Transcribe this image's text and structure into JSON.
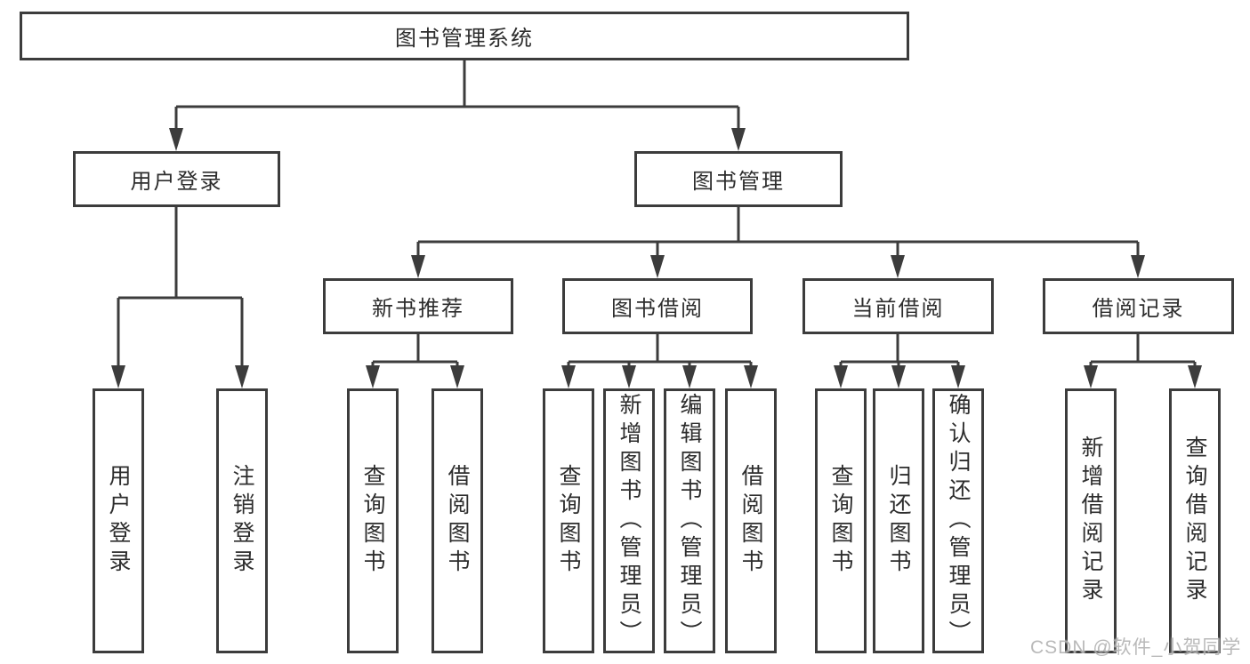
{
  "diagram_title": "图书管理系统",
  "tree": {
    "root": {
      "label": "图书管理系统"
    },
    "branches": [
      {
        "label": "用户登录",
        "children": [
          {
            "label": "用户登录"
          },
          {
            "label": "注销登录"
          }
        ]
      },
      {
        "label": "图书管理",
        "children": [
          {
            "label": "新书推荐",
            "children": [
              {
                "label": "查询图书"
              },
              {
                "label": "借阅图书"
              }
            ]
          },
          {
            "label": "图书借阅",
            "children": [
              {
                "label": "查询图书"
              },
              {
                "label": "新增图书（管理员）"
              },
              {
                "label": "编辑图书（管理员）"
              },
              {
                "label": "借阅图书"
              }
            ]
          },
          {
            "label": "当前借阅",
            "children": [
              {
                "label": "查询图书"
              },
              {
                "label": "归还图书"
              },
              {
                "label": "确认归还（管理员）"
              }
            ]
          },
          {
            "label": "借阅记录",
            "children": [
              {
                "label": "新增借阅记录"
              },
              {
                "label": "查询借阅记录"
              }
            ]
          }
        ]
      }
    ]
  },
  "watermark": {
    "text": "CSDN @软件_小贺同学"
  },
  "colors": {
    "line": "#3c3c3c",
    "text": "#2d2d2d",
    "background": "#ffffff",
    "watermark": "#a8a8a8"
  }
}
